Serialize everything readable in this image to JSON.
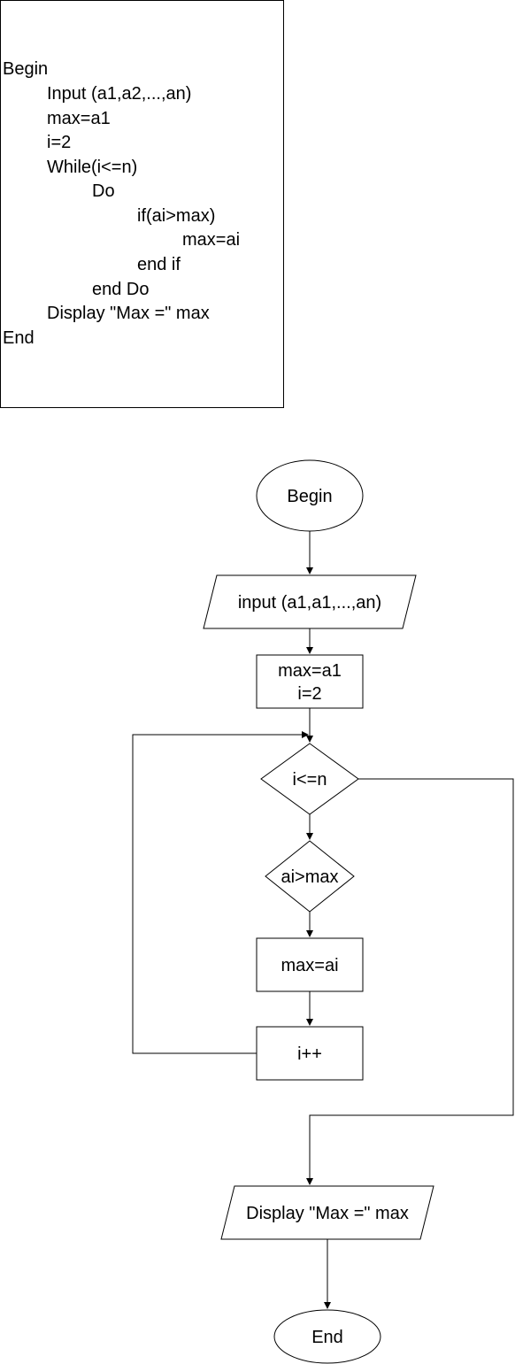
{
  "pseudocode": {
    "lines": [
      "Begin",
      "Input (a1,a2,...,an)",
      "max=a1",
      "i=2",
      "While(i<=n)",
      "Do",
      "if(ai>max)",
      "max=ai",
      "end if",
      "end Do",
      "Display \"Max =\" max",
      "End"
    ]
  },
  "flowchart": {
    "begin_label": "Begin",
    "input_label": "input (a1,a1,...,an)",
    "init_line1": "max=a1",
    "init_line2": "i=2",
    "loop_condition": "i<=n",
    "compare_condition": "ai>max",
    "assign_label": "max=ai",
    "increment_label": "i++",
    "display_label": "Display \"Max =\" max",
    "end_label": "End"
  }
}
